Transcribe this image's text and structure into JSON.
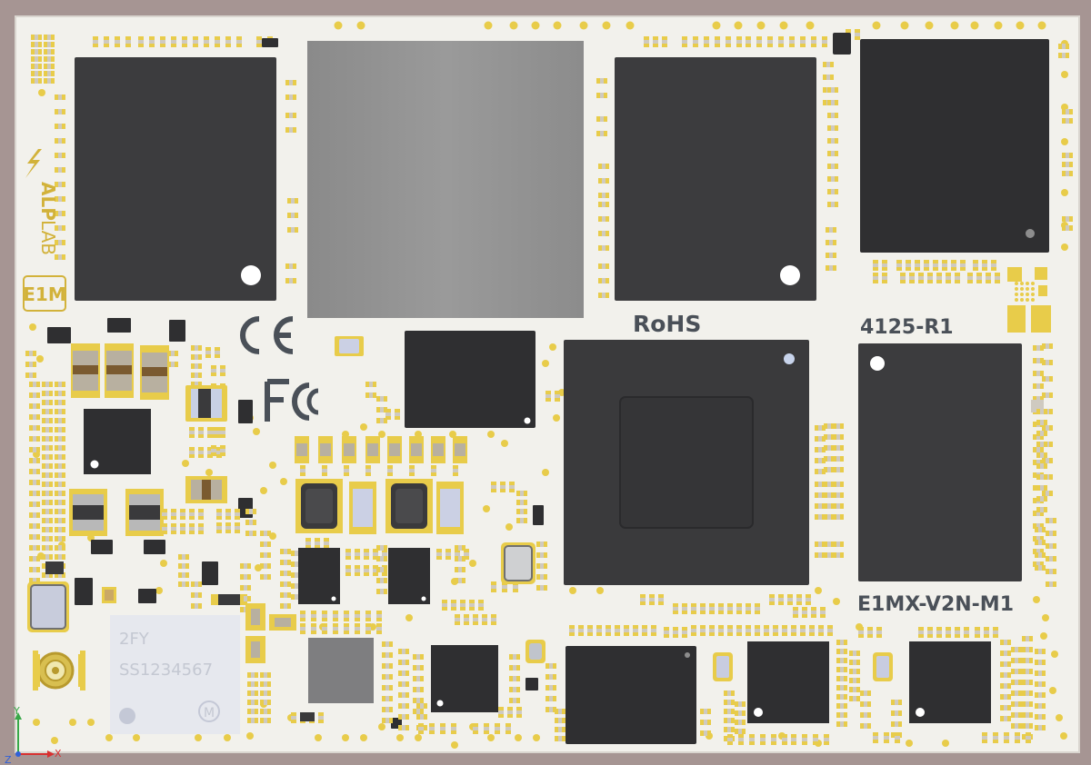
{
  "colors": {
    "background": "#a69593",
    "board": "#f2f1ec",
    "board_edge": "#d9d5cf",
    "pad": "#e8cc4a",
    "chip_dark": "#3c3c3e",
    "chip_grey": "#939393",
    "silkscreen": "#4a5058",
    "logo": "#d2b23a",
    "label_sticker": "#e6e8ee"
  },
  "logo": {
    "brand_bold": "ALP",
    "brand_light": "LAB",
    "module_badge": "E1M",
    "icon": "lightning-bolt-icon"
  },
  "markings": {
    "ce": "CE",
    "fcc": "FC",
    "rohs": "RoHS",
    "revision": "4125-R1",
    "model": "E1MX-V2N-M1"
  },
  "serial_label": {
    "line1": "2FY",
    "line2": "SS1234567",
    "logo_letter": "M"
  },
  "axis": {
    "y_label": "Y",
    "x_label": "X",
    "z_label": "Z"
  },
  "icons": [
    "ce-mark-icon",
    "fcc-mark-icon",
    "antenna-connector-icon",
    "axis-gizmo-icon",
    "lightning-bolt-icon"
  ]
}
